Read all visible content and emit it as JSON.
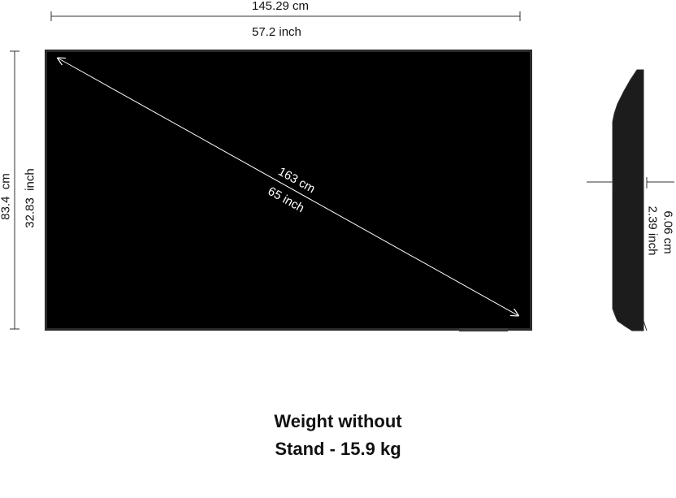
{
  "width_dimension": {
    "cm": "145.29 cm",
    "inch": "57.2 inch"
  },
  "height_dimension": {
    "cm": "83.4  cm",
    "inch": "32.83  inch"
  },
  "diagonal_dimension": {
    "cm": "163 cm",
    "inch": "65 inch"
  },
  "depth_dimension": {
    "cm": "6.06 cm",
    "inch": "2.39 inch"
  },
  "weight": {
    "line1": "Weight without",
    "line2": "Stand - 15.9 kg"
  },
  "colors": {
    "screen": "#000000",
    "bezel": "#2b2b2b",
    "lines": "#333333",
    "diagonal_arrow": "#ffffff"
  }
}
